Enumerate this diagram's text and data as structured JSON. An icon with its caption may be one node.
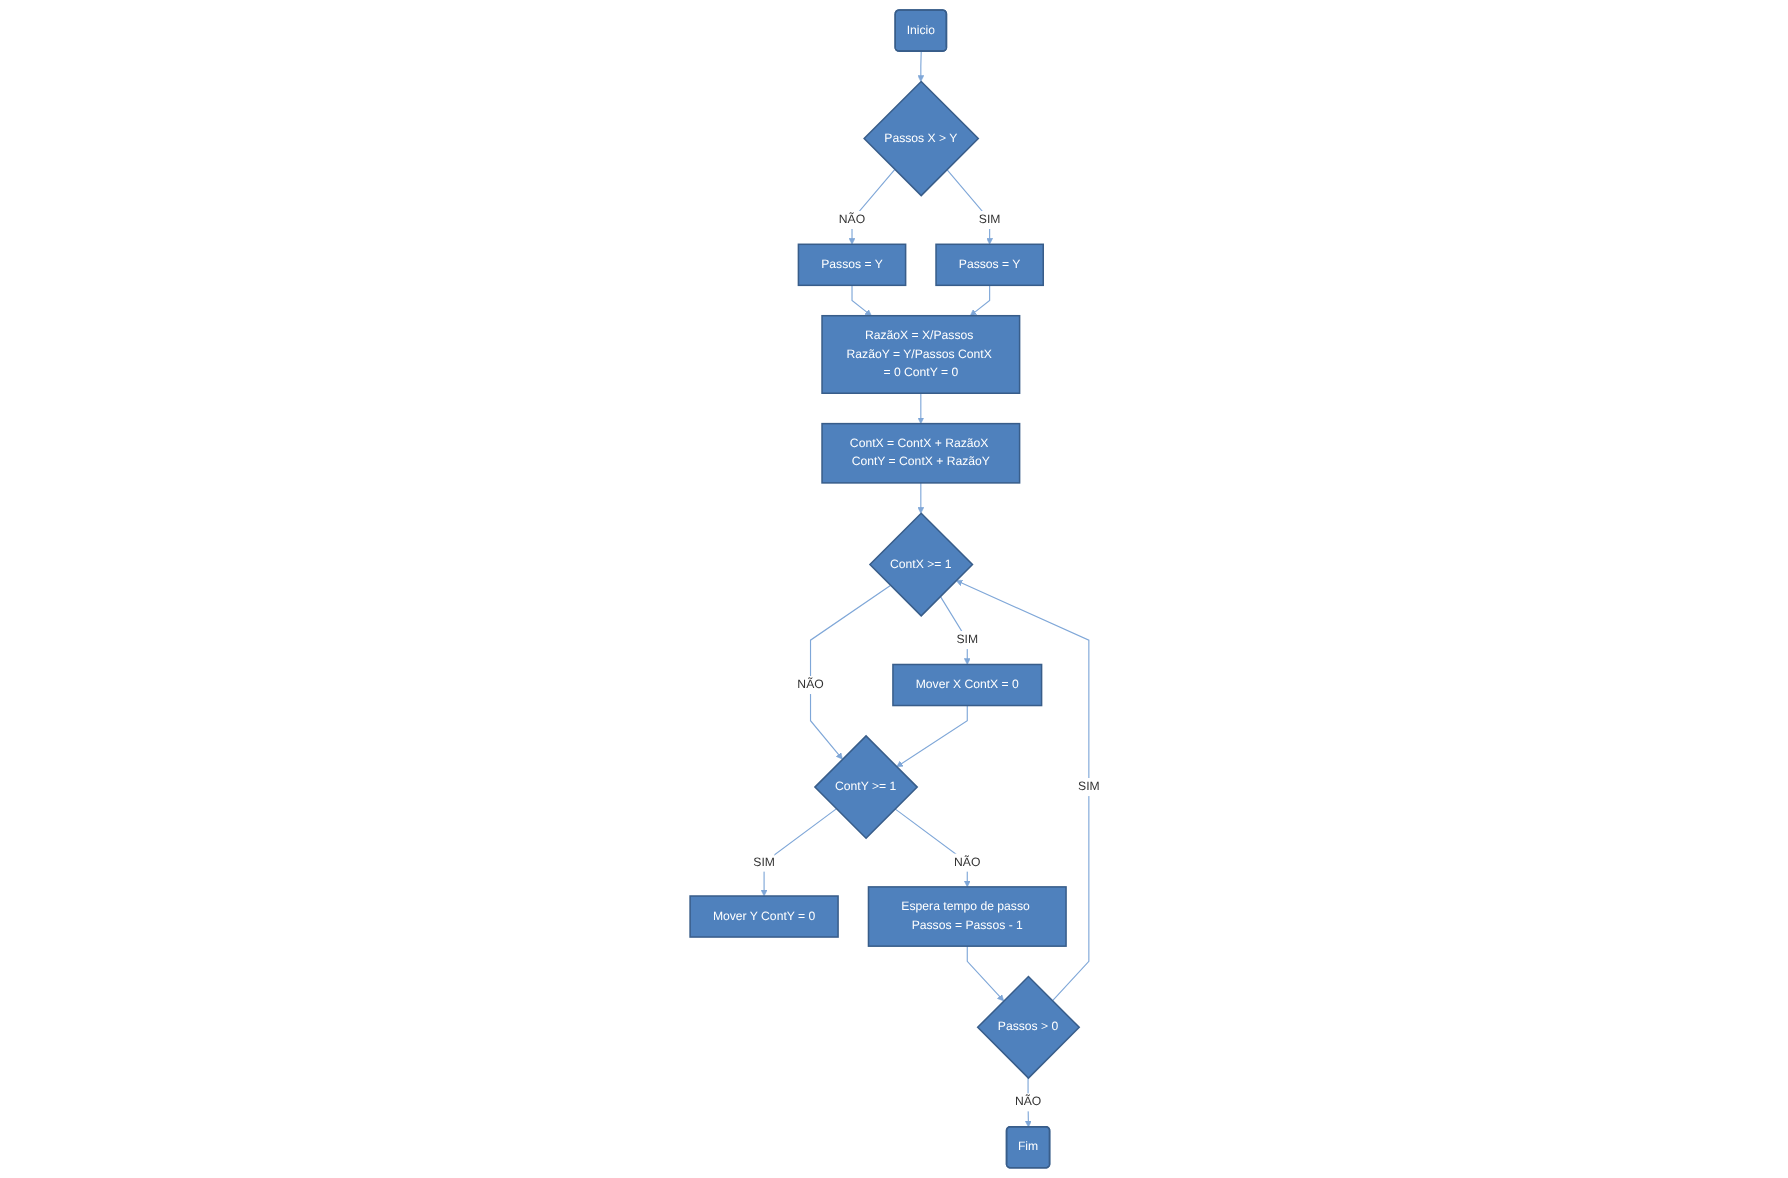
{
  "diagram": {
    "nodes": [
      {
        "text": [
          "Inicio"
        ]
      },
      {
        "text": [
          "Passos X > Y"
        ]
      },
      {
        "text": [
          "Passos = Y"
        ]
      },
      {
        "text": [
          "Passos = Y"
        ]
      },
      {
        "text": [
          "RazãoX = X/Passos RazãoY = Y/Passos ContX = 0 ContY = 0"
        ]
      },
      {
        "text": [
          "ContX = ContX + RazãoX ContY = ContX + RazãoY"
        ]
      },
      {
        "text": [
          "ContX >= 1"
        ]
      },
      {
        "text": [
          "Mover X ContX = 0"
        ]
      },
      {
        "text": [
          "ContY >= 1"
        ]
      },
      {
        "text": [
          "Mover Y ContY = 0"
        ]
      },
      {
        "text": [
          "Espera tempo de passo Passos = Passos - 1"
        ]
      },
      {
        "text": [
          "Passos > 0"
        ]
      },
      {
        "text": [
          "Fim"
        ]
      }
    ],
    "edges": [
      {
        "from": 0,
        "to": 1,
        "arrow": "to"
      },
      {
        "from": 1,
        "to": 2,
        "arrow": "to",
        "label": "NÃO"
      },
      {
        "from": 1,
        "to": 3,
        "arrow": "to",
        "label": "SIM"
      },
      {
        "from": 2,
        "to": 4,
        "arrow": "to"
      },
      {
        "from": 3,
        "to": 4,
        "arrow": "to"
      },
      {
        "from": 4,
        "to": 5,
        "arrow": "to"
      },
      {
        "from": 5,
        "to": 6,
        "arrow": "to"
      },
      {
        "from": 6,
        "to": 7,
        "arrow": "to",
        "label": "SIM"
      },
      {
        "from": 6,
        "to": 8,
        "arrow": "to",
        "label": "NÃO"
      },
      {
        "from": 7,
        "to": 8,
        "arrow": "to"
      },
      {
        "from": 8,
        "to": 9,
        "arrow": "to",
        "label": "SIM"
      },
      {
        "from": 8,
        "to": 10,
        "arrow": "to",
        "label": "NÃO"
      },
      {
        "from": 10,
        "to": 11,
        "arrow": "to"
      },
      {
        "from": 11,
        "to": 12,
        "arrow": "to",
        "label": "NÃO"
      },
      {
        "from": 11,
        "to": 6,
        "arrow": "to",
        "label": "SIM"
      }
    ]
  }
}
